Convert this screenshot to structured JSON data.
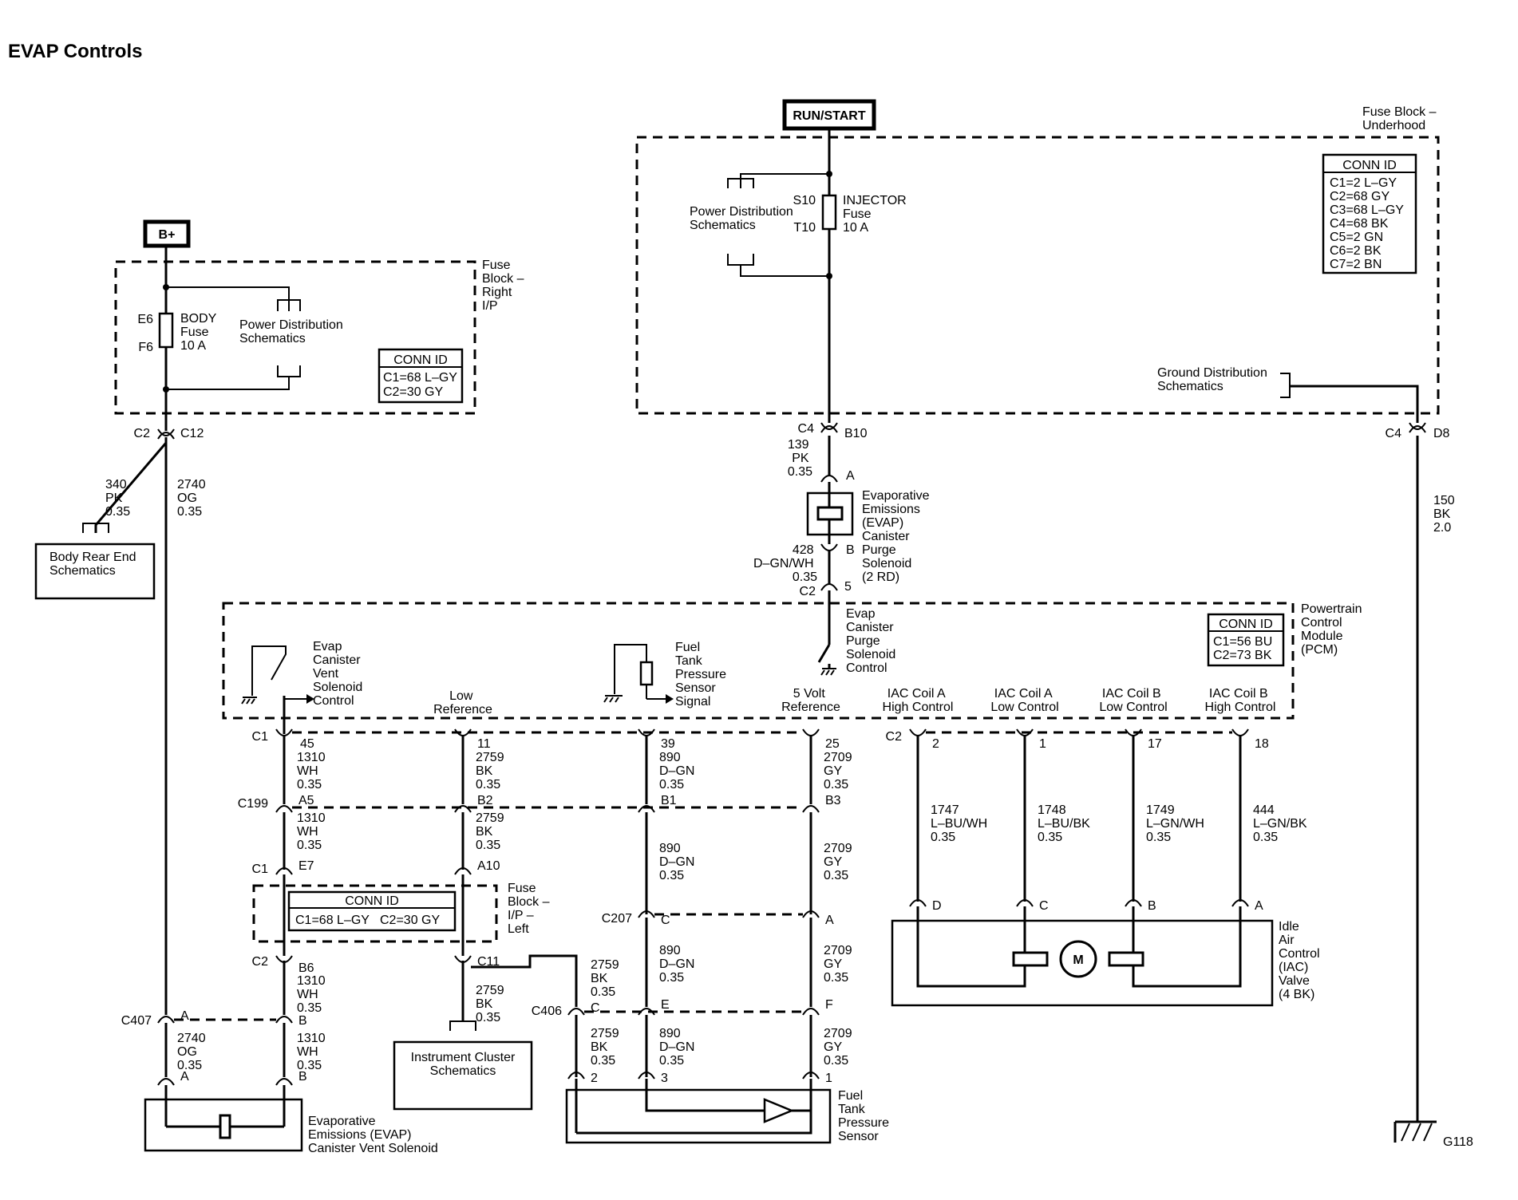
{
  "title": "EVAP Controls",
  "power": {
    "bplus": "B+",
    "runstart": "RUN/START"
  },
  "fuse_block_right": {
    "label": [
      "Fuse",
      "Block –",
      "Right",
      "I/P"
    ],
    "fuse": {
      "top": "E6",
      "bottom": "F6",
      "name": [
        "BODY",
        "Fuse",
        "10 A"
      ]
    },
    "power_dist": [
      "Power Distribution",
      "Schematics"
    ],
    "conn": {
      "title": "CONN ID",
      "rows": [
        "C1=68 L–GY",
        "C2=30 GY"
      ]
    }
  },
  "fuse_block_underhood": {
    "label": [
      "Fuse Block –",
      "Underhood"
    ],
    "fuse": {
      "top": "S10",
      "bottom": "T10",
      "name": [
        "INJECTOR",
        "Fuse",
        "10 A"
      ]
    },
    "power_dist": [
      "Power Distribution",
      "Schematics"
    ],
    "ground_dist": [
      "Ground Distribution",
      "Schematics"
    ],
    "conn": {
      "title": "CONN ID",
      "rows": [
        "C1=2 L–GY",
        "C2=68 GY",
        "C3=68 L–GY",
        "C4=68 BK",
        "C5=2 GN",
        "C6=2 BK",
        "C7=2 BN"
      ]
    }
  },
  "pcm": {
    "label": [
      "Powertrain",
      "Control",
      "Module",
      "(PCM)"
    ],
    "conn": {
      "title": "CONN ID",
      "rows": [
        "C1=56 BU",
        "C2=73 BK"
      ]
    },
    "vent_control": [
      "Evap",
      "Canister",
      "Vent",
      "Solenoid",
      "Control"
    ],
    "low_ref": [
      "Low",
      "Reference"
    ],
    "ftp_signal": [
      "Fuel",
      "Tank",
      "Pressure",
      "Sensor",
      "Signal"
    ],
    "five_volt": [
      "5 Volt",
      "Reference"
    ],
    "purge_control": [
      "Evap",
      "Canister",
      "Purge",
      "Solenoid",
      "Control"
    ],
    "iac": [
      [
        "IAC Coil A",
        "High Control"
      ],
      [
        "IAC Coil A",
        "Low Control"
      ],
      [
        "IAC Coil B",
        "Low Control"
      ],
      [
        "IAC Coil B",
        "High Control"
      ]
    ]
  },
  "fuse_block_left": {
    "label": [
      "Fuse",
      "Block –",
      "I/P –",
      "Left"
    ],
    "conn": {
      "title": "CONN ID",
      "row": "C1=68 L–GY   C2=30 GY"
    }
  },
  "conn_labels": {
    "c2": "C2",
    "c12": "C12",
    "c4": "C4",
    "b10": "B10",
    "d8": "D8",
    "a": "A",
    "b": "B",
    "c": "C",
    "d": "D",
    "e": "E",
    "f": "F",
    "five": "5",
    "c1": "C1",
    "c199": "C199",
    "c207": "C207",
    "c406": "C406",
    "c407": "C407",
    "p45": "45",
    "p11": "11",
    "p39": "39",
    "p25": "25",
    "a5": "A5",
    "b2": "B2",
    "b1": "B1",
    "b3": "B3",
    "e7": "E7",
    "a10": "A10",
    "b6": "B6",
    "c11": "C11",
    "p2": "2",
    "p1": "1",
    "p17": "17",
    "p18": "18",
    "p3": "3"
  },
  "wires": {
    "w340": [
      "340",
      "PK",
      "0.35"
    ],
    "w2740": [
      "2740",
      "OG",
      "0.35"
    ],
    "w139": [
      "139",
      "PK",
      "0.35"
    ],
    "w428": [
      "428",
      "D–GN/WH",
      "0.35"
    ],
    "w150": [
      "150",
      "BK",
      "2.0"
    ],
    "w1310": [
      "1310",
      "WH",
      "0.35"
    ],
    "w2759": [
      "2759",
      "BK",
      "0.35"
    ],
    "w890": [
      "890",
      "D–GN",
      "0.35"
    ],
    "w2709": [
      "2709",
      "GY",
      "0.35"
    ],
    "w1747": [
      "1747",
      "L–BU/WH",
      "0.35"
    ],
    "w1748": [
      "1748",
      "L–BU/BK",
      "0.35"
    ],
    "w1749": [
      "1749",
      "L–GN/WH",
      "0.35"
    ],
    "w444": [
      "444",
      "L–GN/BK",
      "0.35"
    ]
  },
  "components": {
    "body_rear": [
      "Body Rear End",
      "Schematics"
    ],
    "purge_solenoid": [
      "Evaporative",
      "Emissions",
      "(EVAP)",
      "Canister",
      "Purge",
      "Solenoid",
      "(2 RD)"
    ],
    "vent_solenoid": [
      "Evaporative",
      "Emissions (EVAP)",
      "Canister Vent Solenoid"
    ],
    "instrument_cluster": [
      "Instrument Cluster",
      "Schematics"
    ],
    "ftp_sensor": [
      "Fuel",
      "Tank",
      "Pressure",
      "Sensor"
    ],
    "iac_valve": [
      "Idle",
      "Air",
      "Control",
      "(IAC)",
      "Valve",
      "(4 BK)"
    ],
    "motor": "M",
    "ground": "G118"
  }
}
